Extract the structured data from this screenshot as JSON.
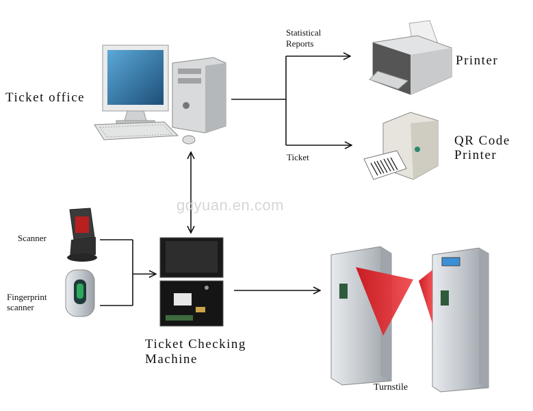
{
  "labels": {
    "ticket_office": "Ticket office",
    "statistical_reports": "Statistical\nReports",
    "ticket": "Ticket",
    "printer": "Printer",
    "qr_code_printer": "QR Code\nPrinter",
    "scanner": "Scanner",
    "fingerprint_scanner": "Fingerprint\nscanner",
    "ticket_checking_machine": "Ticket Checking\nMachine",
    "turnstile": "Turnstile"
  },
  "watermark": "gdyuan.en.com",
  "colors": {
    "line": "#111111",
    "flap": "#e8262a",
    "steel": "#c9ced3",
    "screen": "#2a6f9e"
  }
}
